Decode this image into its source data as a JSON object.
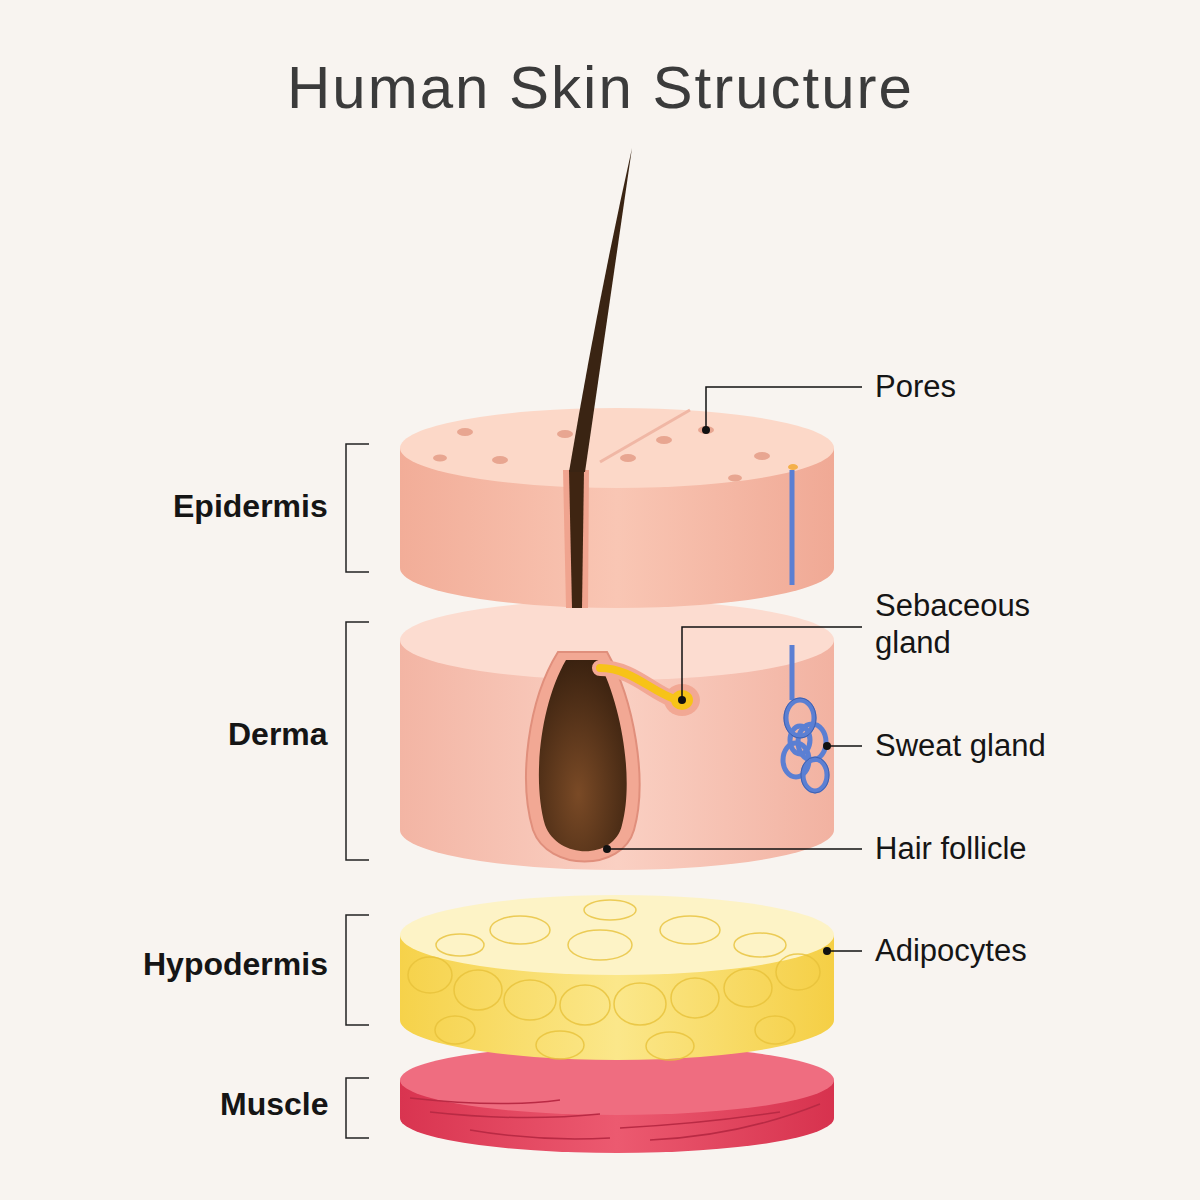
{
  "diagram": {
    "title": "Human Skin Structure",
    "labels": [
      "Epidermis",
      "Derma",
      "Hypodermis",
      "Muscle",
      "Pores",
      "Sebaceous gland",
      "Sweat gland",
      "Hair follicle",
      "Adipocytes"
    ]
  }
}
